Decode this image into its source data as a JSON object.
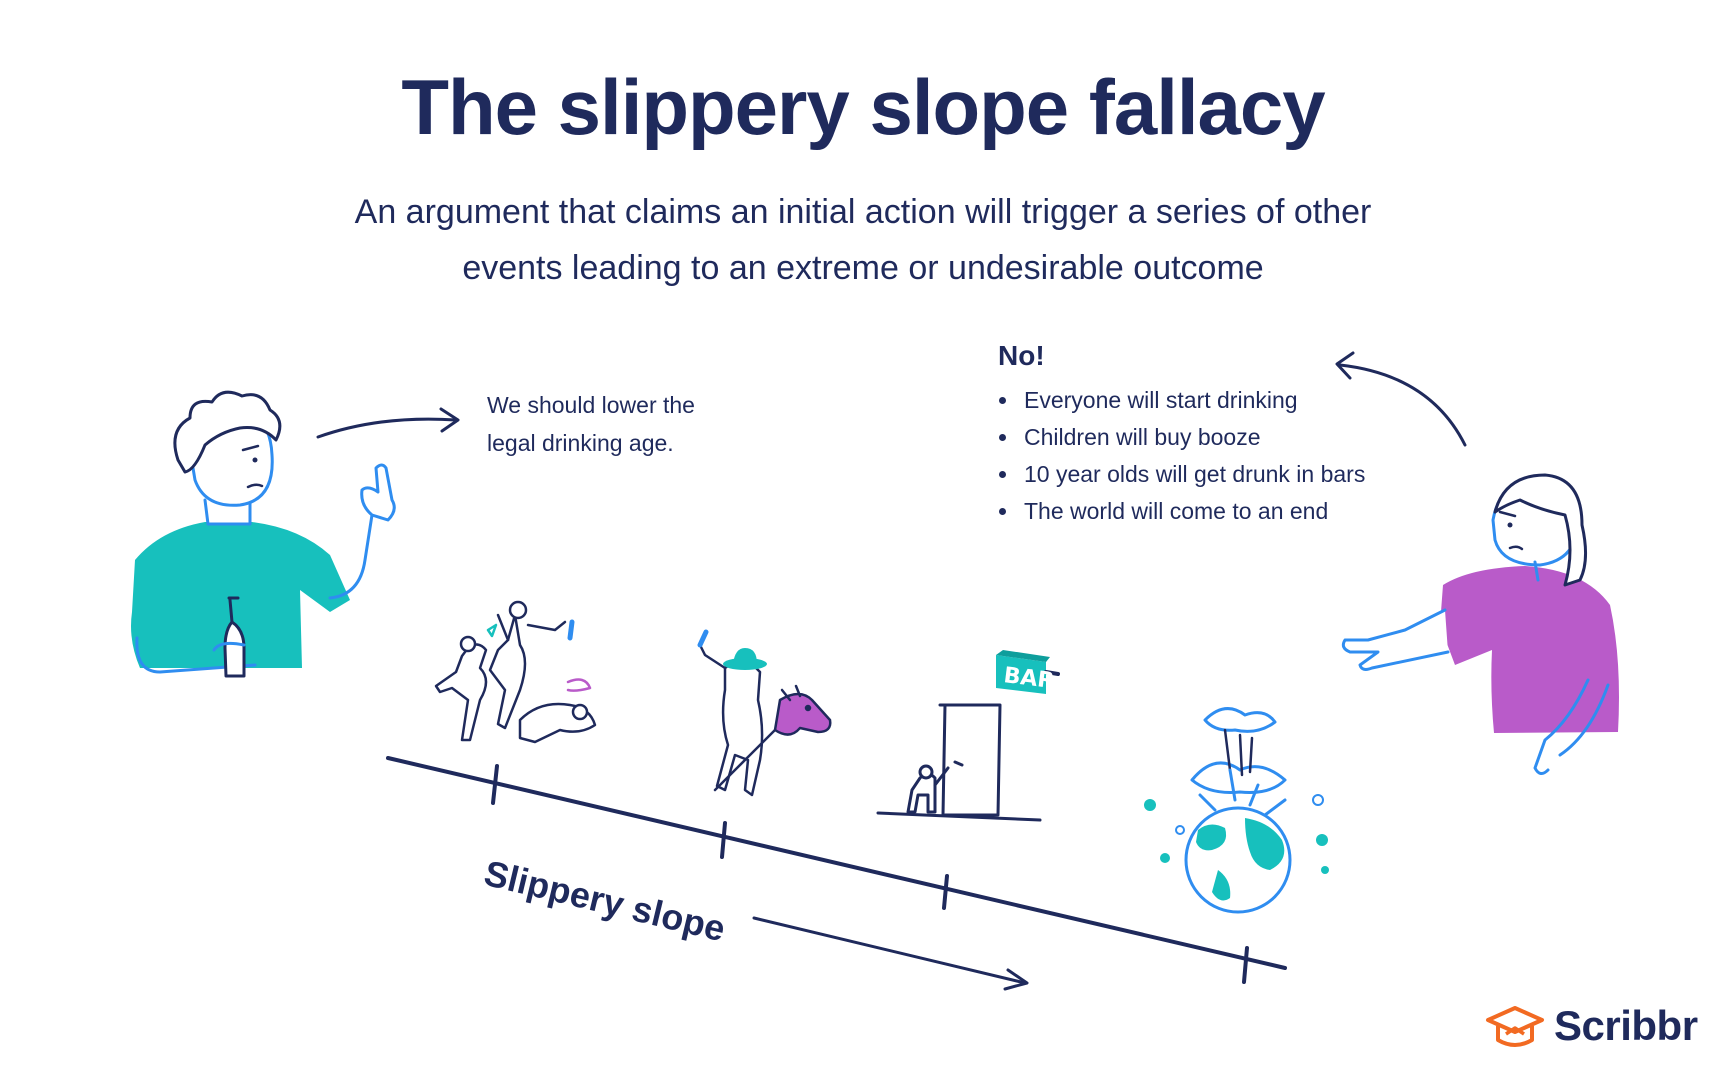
{
  "title": "The slippery slope fallacy",
  "subtitle": {
    "line1": "An argument that claims an initial action will trigger a series of other",
    "line2": "events leading to an extreme or undesirable outcome"
  },
  "speech_left": {
    "line1": "We should lower the",
    "line2": "legal drinking age."
  },
  "speech_right": {
    "heading": "No!",
    "bullets": [
      "Everyone will start drinking",
      "Children will buy booze",
      "10 year olds will get drunk in bars",
      "The world will come to an end"
    ]
  },
  "slope_label": "Slippery slope",
  "bar_sign": "BAR",
  "logo_text": "Scribbr",
  "colors": {
    "navy": "#1f2a5c",
    "teal": "#17c0bd",
    "purple": "#b95bc9",
    "blue_outline": "#2f8df0",
    "orange": "#f26a22"
  },
  "icons": [
    "man-with-bottle",
    "woman-pointing",
    "partying-people",
    "cowboy-on-hobby-horse",
    "child-at-bar-door",
    "exploding-earth",
    "scribbr-logo-icon"
  ]
}
